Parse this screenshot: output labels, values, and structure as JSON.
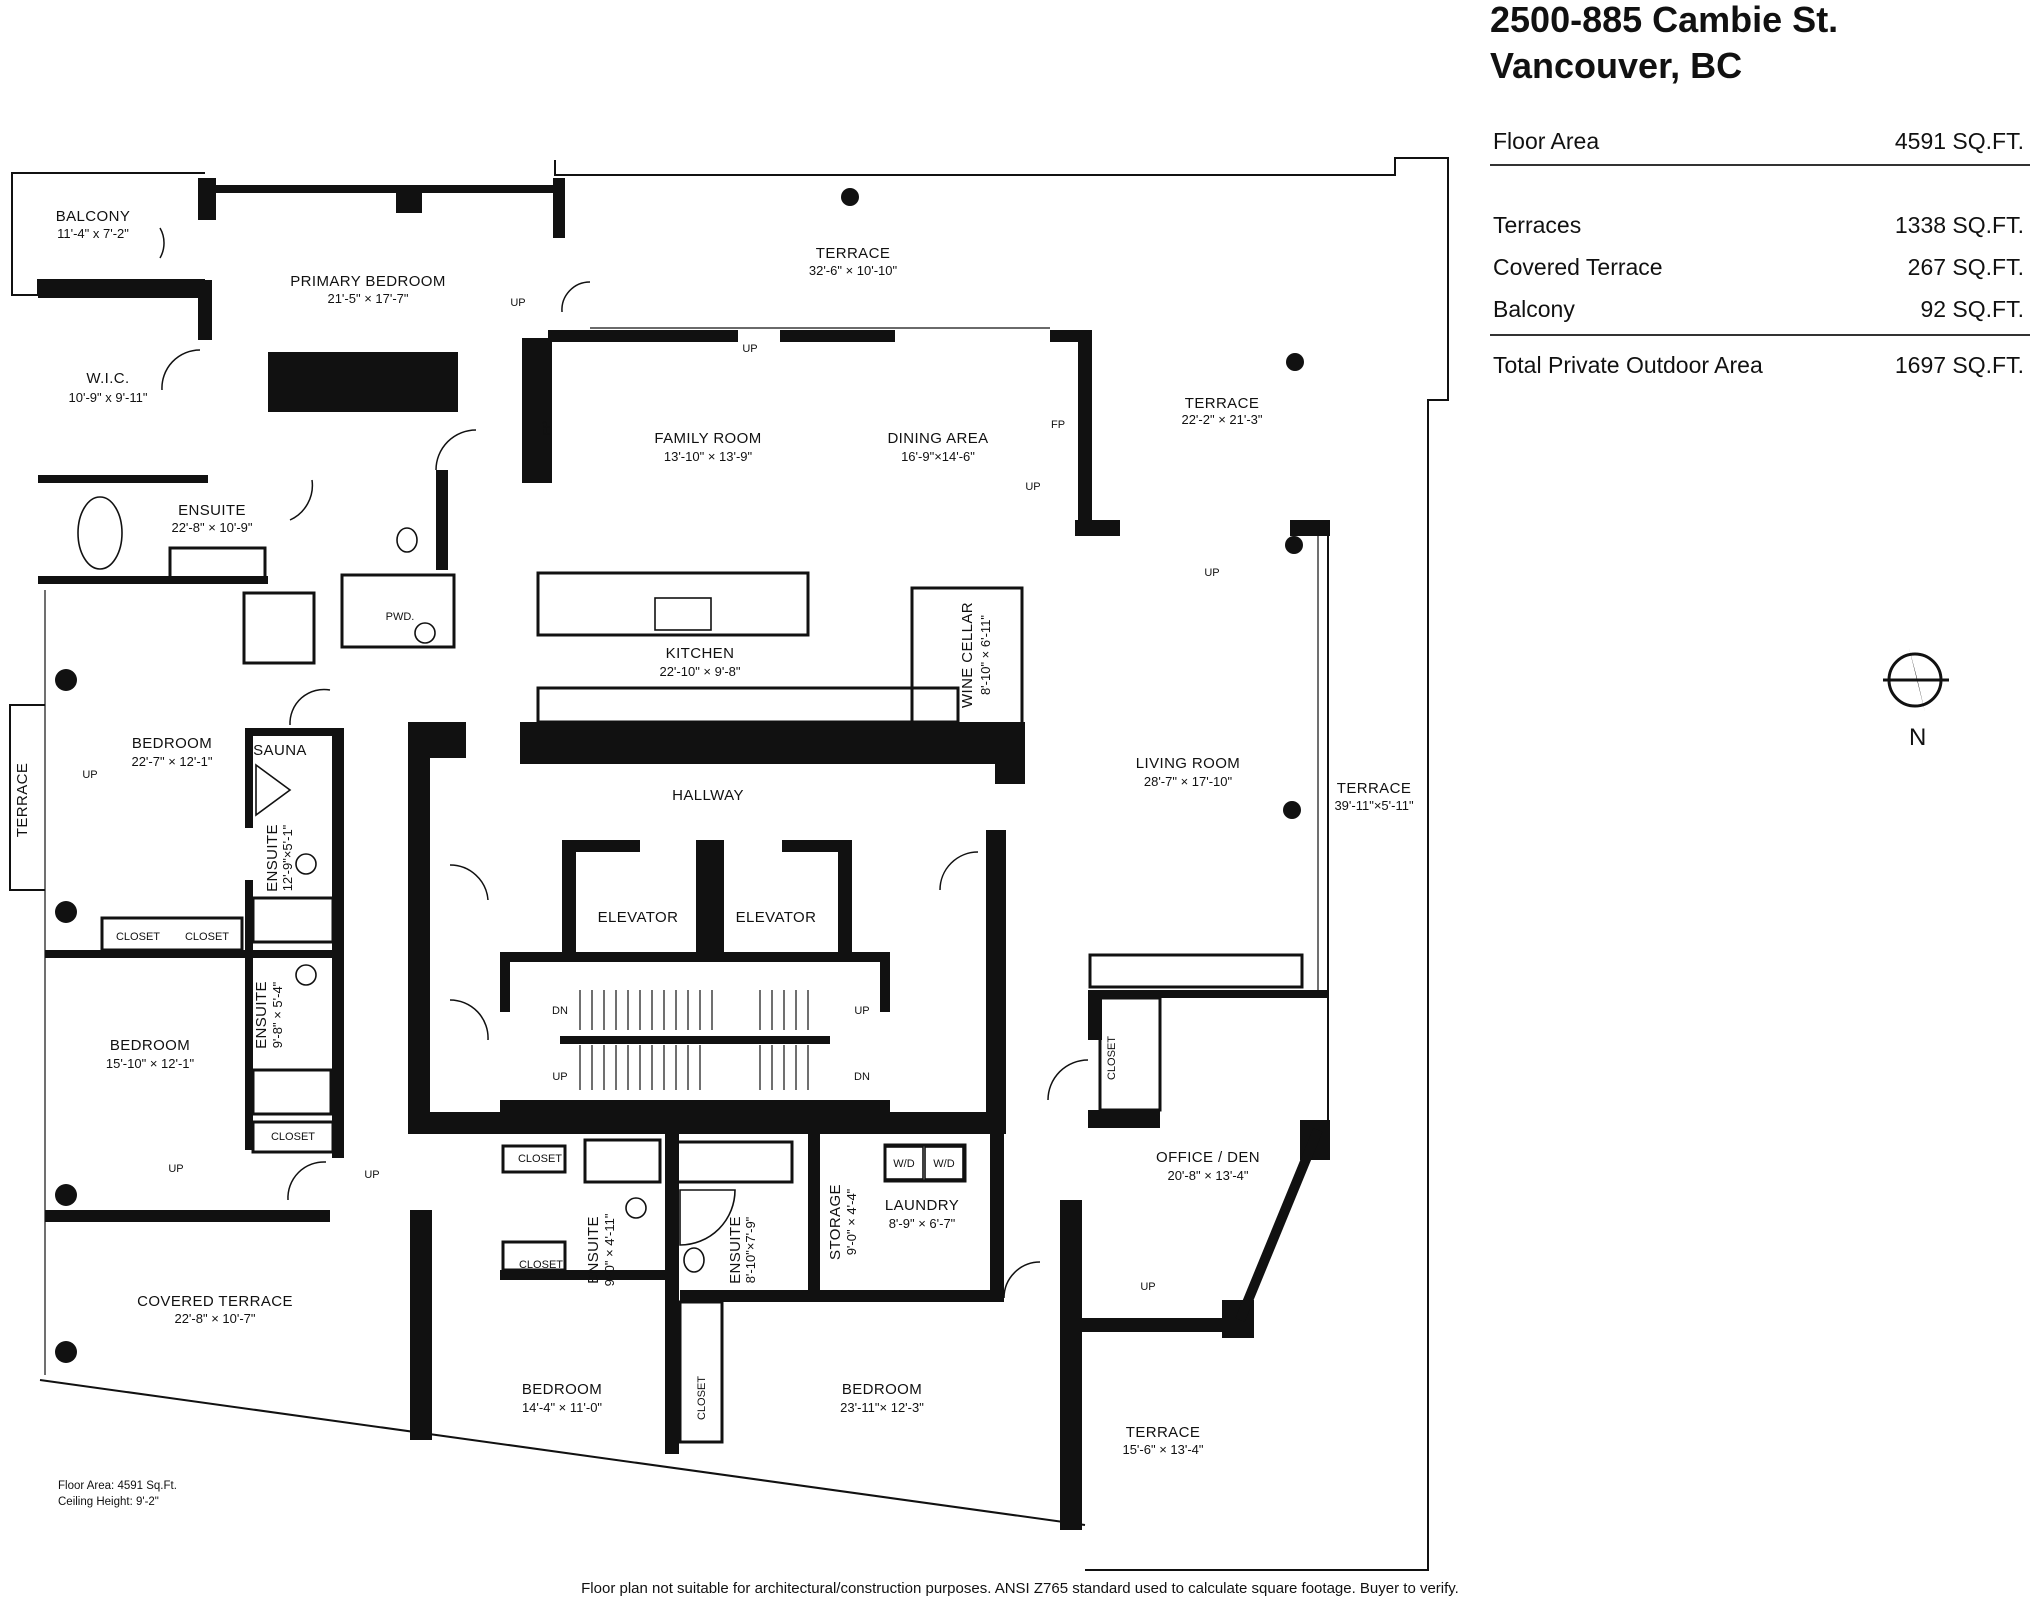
{
  "header": {
    "address_line1": "2500-885 Cambie St.",
    "address_line2": "Vancouver, BC"
  },
  "areas": {
    "floor_area": {
      "label": "Floor Area",
      "value": "4591 SQ.FT."
    },
    "terraces": {
      "label": "Terraces",
      "value": "1338 SQ.FT."
    },
    "covered_terrace": {
      "label": "Covered Terrace",
      "value": "267 SQ.FT."
    },
    "balcony": {
      "label": "Balcony",
      "value": "92 SQ.FT."
    },
    "total_outdoor": {
      "label": "Total Private Outdoor Area",
      "value": "1697 SQ.FT."
    }
  },
  "rooms": {
    "balcony": {
      "name": "BALCONY",
      "dim": "11'-4\" x 7'-2\""
    },
    "primary_bedroom": {
      "name": "PRIMARY BEDROOM",
      "dim": "21'-5\" × 17'-7\""
    },
    "wic": {
      "name": "W.I.C.",
      "dim": "10'-9\" x 9'-11\""
    },
    "ensuite_primary": {
      "name": "ENSUITE",
      "dim": "22'-8\" × 10'-9\""
    },
    "pwd": {
      "name": "PWD."
    },
    "terrace_north": {
      "name": "TERRACE",
      "dim": "32'-6\" × 10'-10\""
    },
    "family_room": {
      "name": "FAMILY ROOM",
      "dim": "13'-10\" × 13'-9\""
    },
    "dining_area": {
      "name": "DINING AREA",
      "dim": "16'-9\"×14'-6\""
    },
    "terrace_ne": {
      "name": "TERRACE",
      "dim": "22'-2\" × 21'-3\""
    },
    "kitchen": {
      "name": "KITCHEN",
      "dim": "22'-10\" × 9'-8\""
    },
    "wine_cellar": {
      "name": "WINE CELLAR",
      "dim": "8'-10\" × 6'-11\""
    },
    "bedroom_1": {
      "name": "BEDROOM",
      "dim": "22'-7\" × 12'-1\""
    },
    "sauna": {
      "name": "SAUNA"
    },
    "ensuite_1": {
      "name": "ENSUITE",
      "dim": "12'-9\"×5'-1\""
    },
    "closet_a": {
      "name": "CLOSET"
    },
    "closet_b": {
      "name": "CLOSET"
    },
    "terrace_west": {
      "name": "TERRACE"
    },
    "hallway": {
      "name": "HALLWAY"
    },
    "elevator_1": {
      "name": "ELEVATOR"
    },
    "elevator_2": {
      "name": "ELEVATOR"
    },
    "living_room": {
      "name": "LIVING ROOM",
      "dim": "28'-7\" × 17'-10\""
    },
    "terrace_east": {
      "name": "TERRACE",
      "dim": "39'-11\"×5'-11\""
    },
    "bedroom_2": {
      "name": "BEDROOM",
      "dim": "15'-10\" × 12'-1\""
    },
    "ensuite_2": {
      "name": "ENSUITE",
      "dim": "9'-8\" × 5'-4\""
    },
    "closet_c": {
      "name": "CLOSET"
    },
    "closet_d": {
      "name": "CLOSET"
    },
    "closet_e": {
      "name": "CLOSET"
    },
    "ensuite_3": {
      "name": "ENSUITE",
      "dim": "9'-0\" × 4'-11\""
    },
    "ensuite_4": {
      "name": "ENSUITE",
      "dim": "8'-10\"×7'-9\""
    },
    "storage": {
      "name": "STORAGE",
      "dim": "9'-0\" × 4'-4\""
    },
    "laundry": {
      "name": "LAUNDRY",
      "dim": "8'-9\" × 6'-7\""
    },
    "wd_1": {
      "name": "W/D"
    },
    "wd_2": {
      "name": "W/D"
    },
    "closet_office": {
      "name": "CLOSET"
    },
    "office": {
      "name": "OFFICE / DEN",
      "dim": "20'-8\" × 13'-4\""
    },
    "covered_terrace": {
      "name": "COVERED TERRACE",
      "dim": "22'-8\" × 10'-7\""
    },
    "bedroom_3": {
      "name": "BEDROOM",
      "dim": "14'-4\" × 11'-0\""
    },
    "closet_f": {
      "name": "CLOSET"
    },
    "bedroom_4": {
      "name": "BEDROOM",
      "dim": "23'-11\"× 12'-3\""
    },
    "terrace_se": {
      "name": "TERRACE",
      "dim": "15'-6\" × 13'-4\""
    }
  },
  "markers": {
    "up": "UP",
    "dn": "DN",
    "fp": "FP"
  },
  "compass": {
    "label": "N"
  },
  "notes": {
    "floor_area": "Floor Area: 4591 Sq.Ft.",
    "ceiling_height": "Ceiling Height: 9'-2\""
  },
  "disclaimer": "Floor plan not suitable for architectural/construction purposes. ANSI Z765 standard used to calculate square footage. Buyer to verify."
}
